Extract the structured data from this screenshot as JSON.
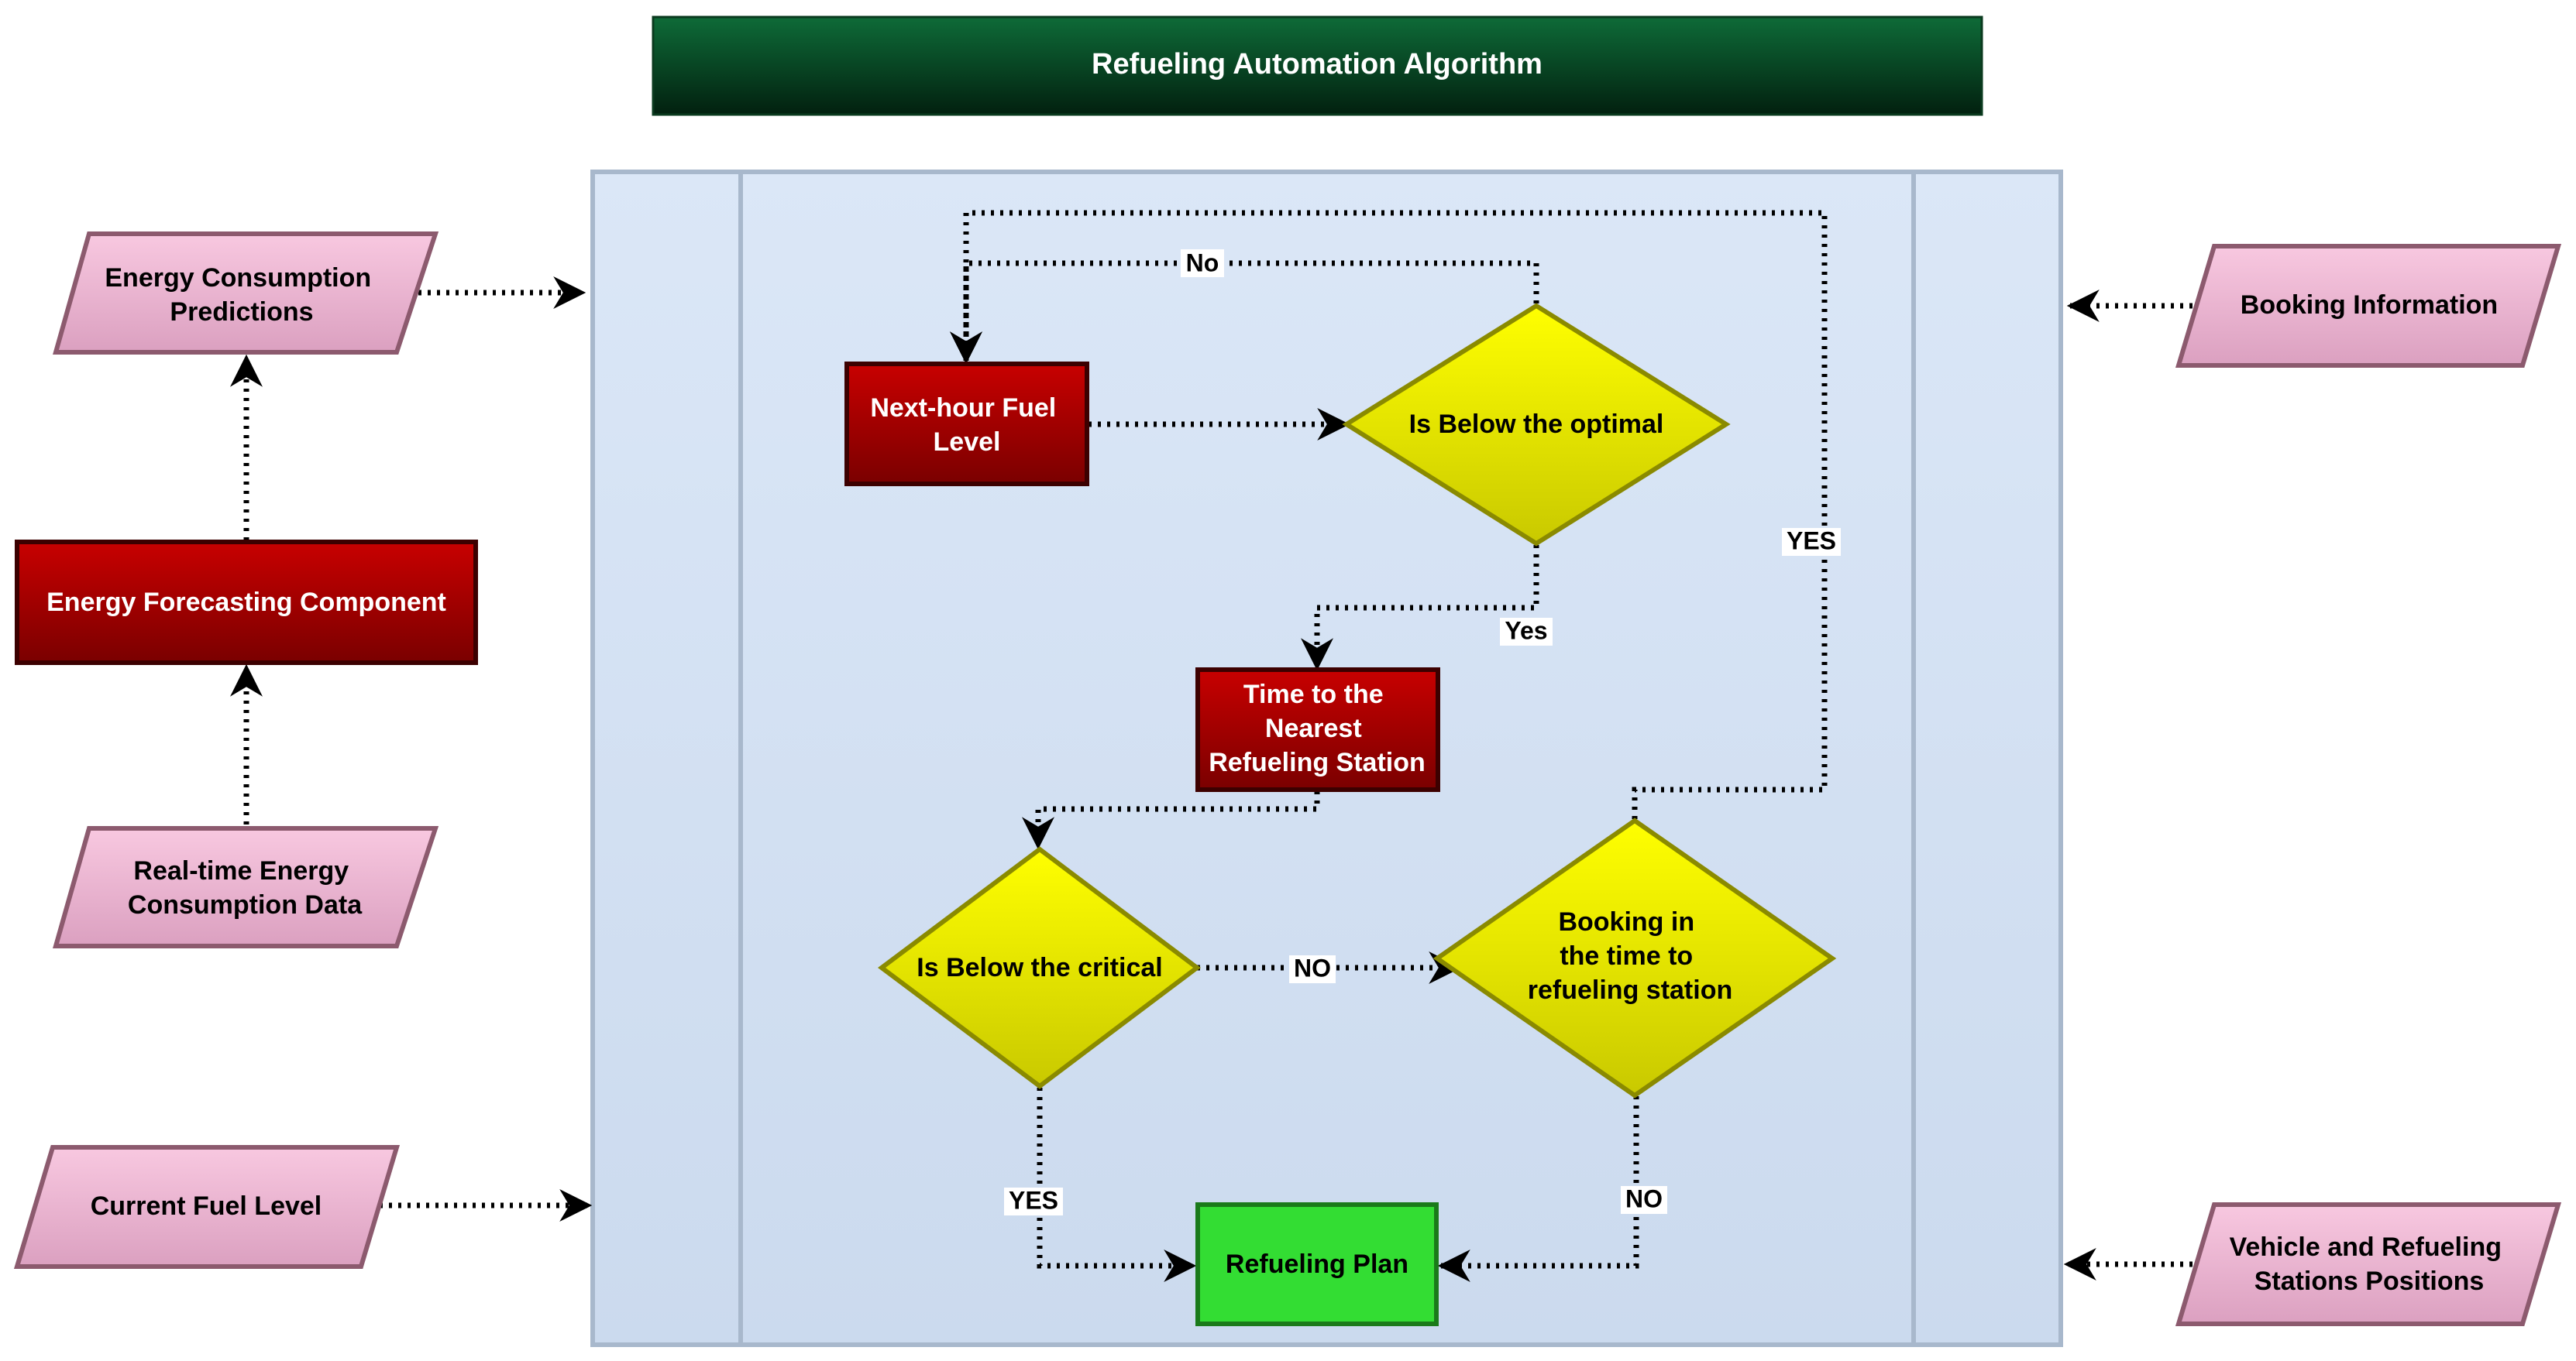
{
  "title": "Refueling Automation Algorithm",
  "inputs": {
    "energy_consumption_predictions": [
      "Energy Consumption",
      "Predictions"
    ],
    "realtime_energy_data": [
      "Real-time Energy",
      "Consumption Data"
    ],
    "current_fuel_level": "Current Fuel Level",
    "booking_information": "Booking Information",
    "vehicle_station_positions": [
      "Vehicle and Refueling",
      "Stations Positions"
    ]
  },
  "components": {
    "energy_forecasting": "Energy Forecasting Component"
  },
  "process": {
    "next_hour_fuel": [
      "Next-hour Fuel",
      "Level"
    ],
    "time_to_station": [
      "Time to the",
      "Nearest",
      "Refueling Station"
    ],
    "refueling_plan": "Refueling Plan"
  },
  "decisions": {
    "below_optimal": "Is Below the optimal",
    "below_critical": "Is Below the critical",
    "booking_in_time": [
      "Booking in",
      "the time to",
      "refueling station"
    ]
  },
  "edge_labels": {
    "no_top": "No",
    "yes_optimal": "Yes",
    "yes_booking": "YES",
    "no_critical": "NO",
    "yes_critical": "YES",
    "no_booking": "NO"
  },
  "colors": {
    "title_gradient_top": "#0e6b38",
    "title_gradient_bottom": "#02200f",
    "red_box_top": "#c80000",
    "red_box_bottom": "#7a0000",
    "red_box_border": "#3c0000",
    "diamond_top": "#ffff00",
    "diamond_bottom": "#cccc00",
    "diamond_border": "#8a8a00",
    "green_box": "#33dd33",
    "green_box_border": "#1a7a1a",
    "input_pink_top": "#f8c8e0",
    "input_pink_bottom": "#dca0c0",
    "input_border": "#8c5a6e",
    "container_fill": "#d2e0f2",
    "container_border": "#a8b8cc"
  }
}
